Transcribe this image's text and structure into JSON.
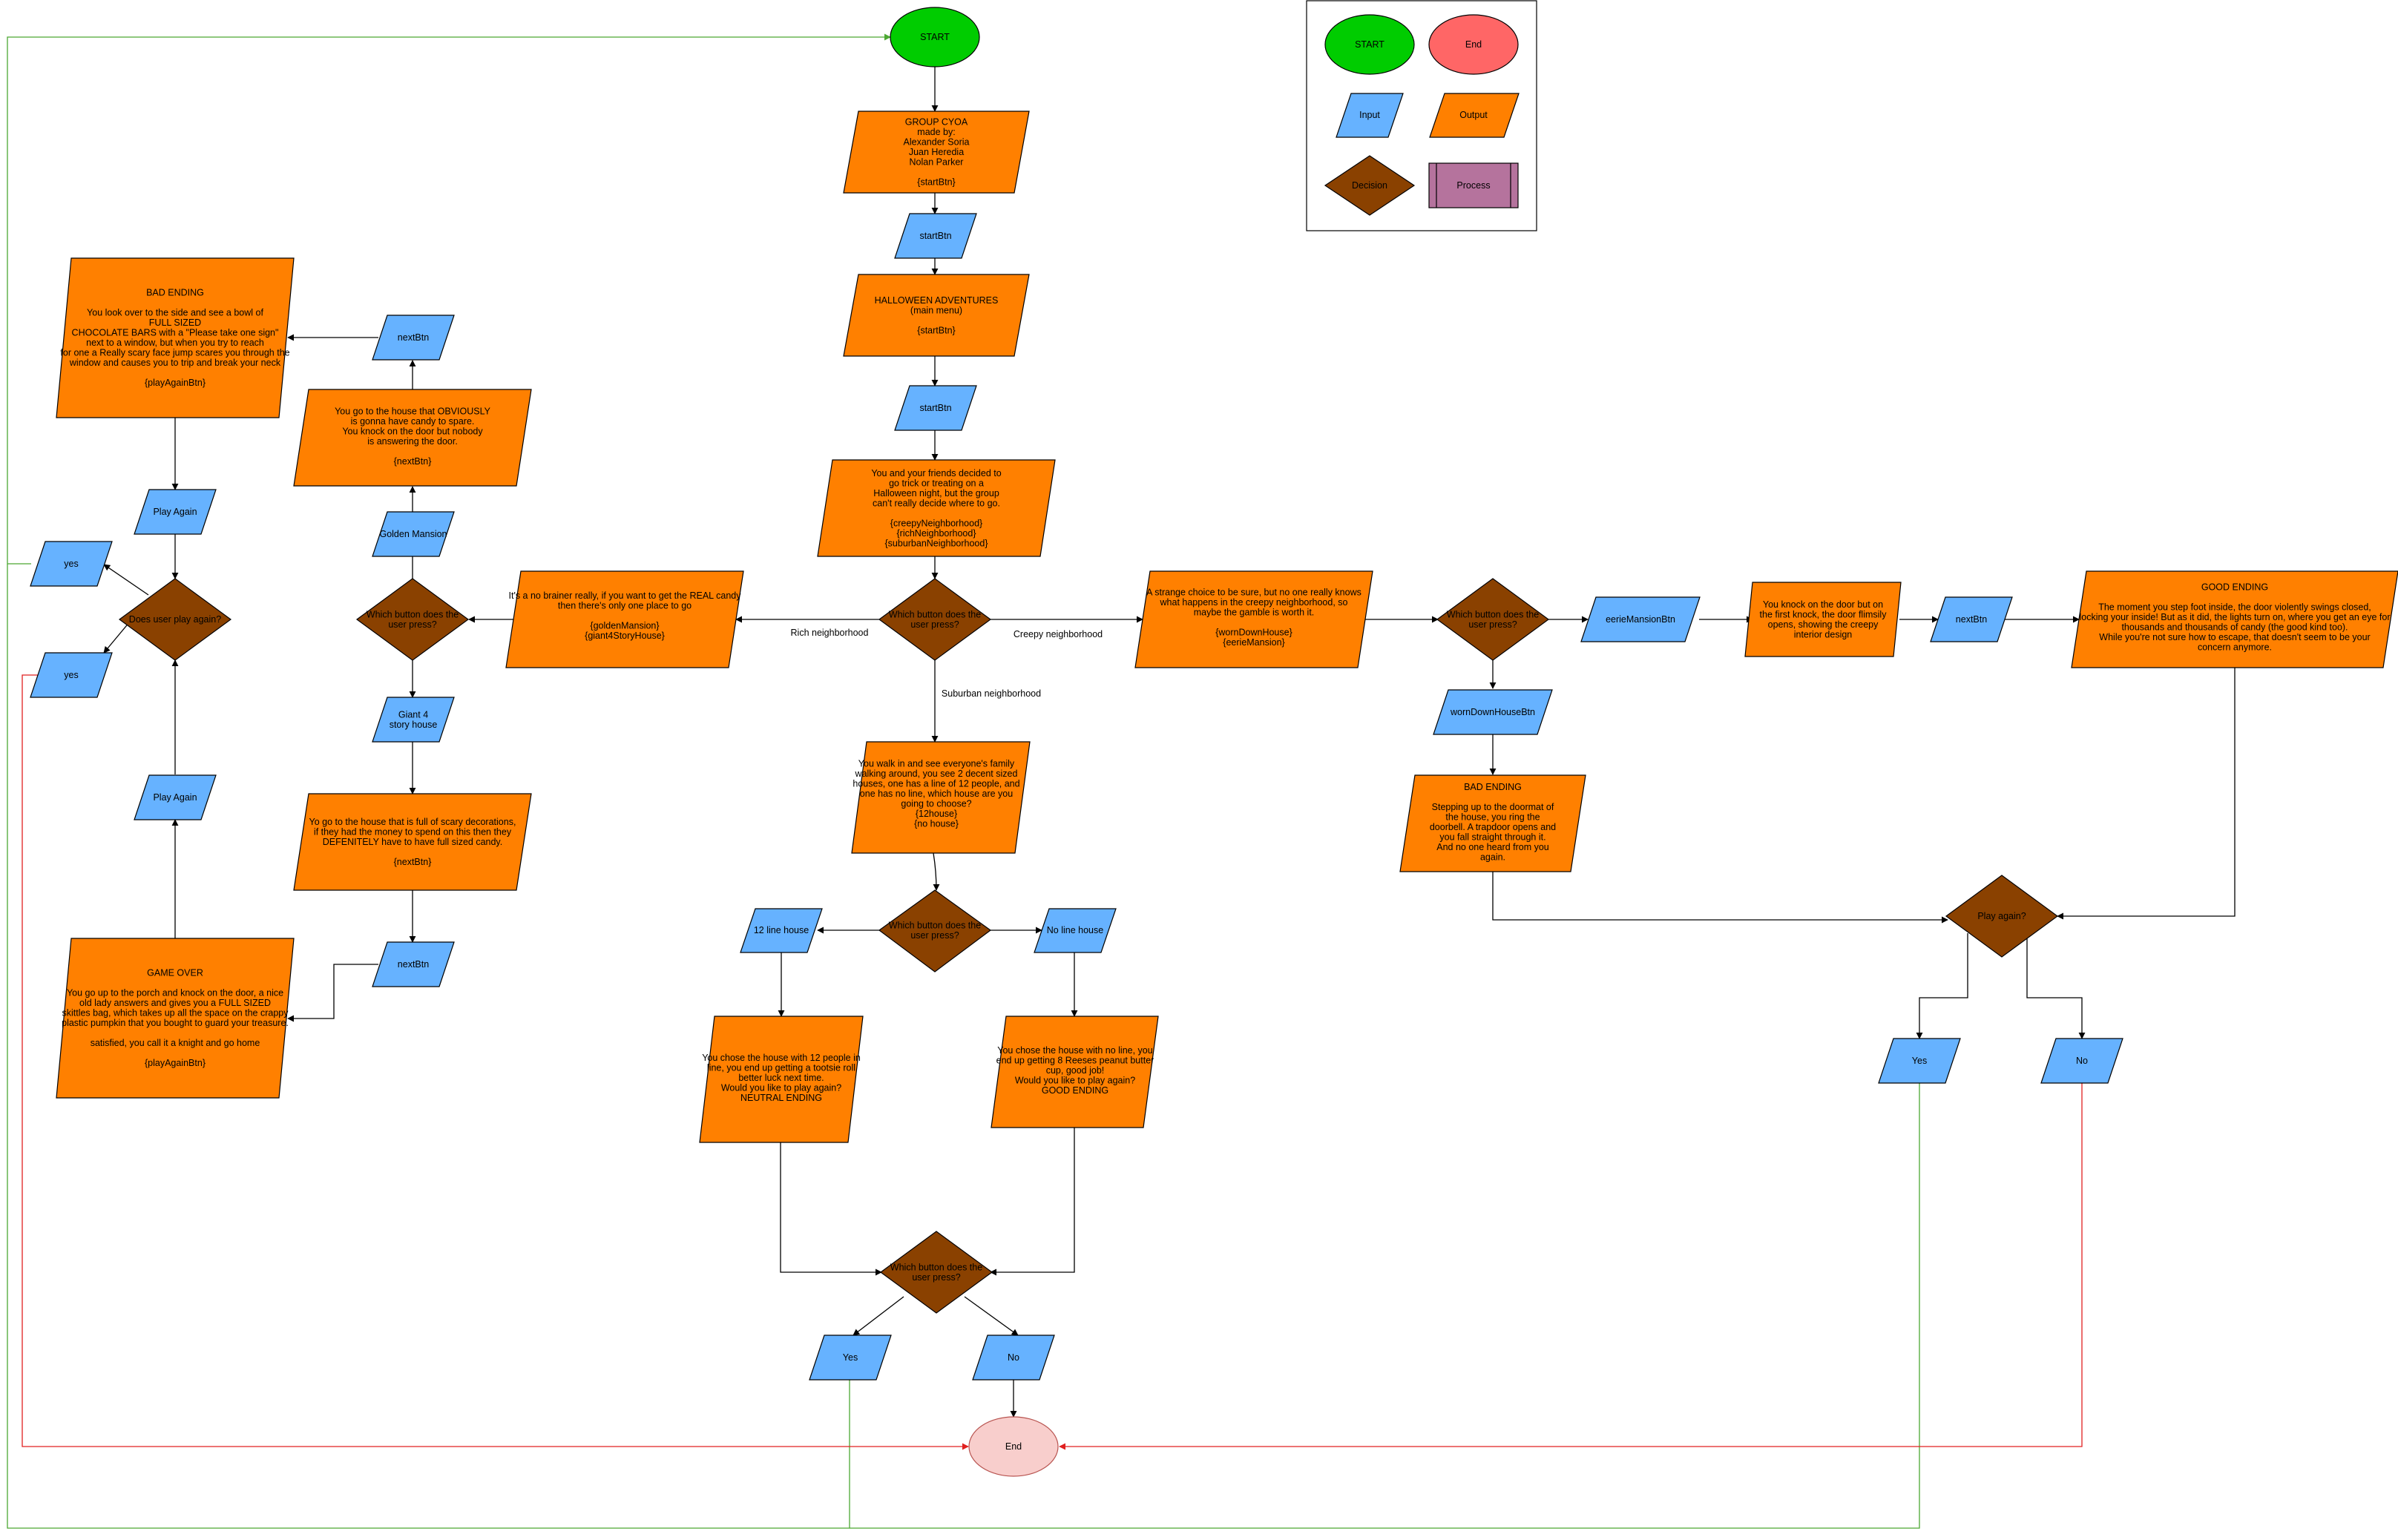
{
  "legend": {
    "start": "START",
    "end": "End",
    "input": "Input",
    "output": "Output",
    "decision": "Decision",
    "process": "Process"
  },
  "nodes": {
    "start": "START",
    "credits": [
      "GROUP CYOA",
      "made by:",
      "Alexander Soria",
      "Juan Heredia",
      "Nolan Parker",
      "",
      "{startBtn}"
    ],
    "startBtn1": "startBtn",
    "mainMenu": [
      "HALLOWEEN ADVENTURES",
      "(main menu)",
      "",
      "{startBtn}"
    ],
    "startBtn2": "startBtn",
    "intro": [
      "You and your friends decided to",
      "go trick or treating on a",
      "Halloween night, but the group",
      "can't really decide where to go.",
      "",
      "{creepyNeighborhood}",
      "{richNeighborhood}",
      "{suburbanNeighborhood}"
    ],
    "mainDecision": [
      "Which button does the",
      "user press?"
    ],
    "richText": [
      "It's a no brainer really, if you want to get the REAL candy",
      "then there's only one place to go",
      "",
      "{goldenMansion}",
      "{giant4StoryHouse}"
    ],
    "richDecision": [
      "Which button does the",
      "user press?"
    ],
    "goldenMansionBtn": "Golden Mansion",
    "goldenText": [
      "You go to the house that OBVIOUSLY",
      "is gonna have candy to spare.",
      "You knock on the door but nobody",
      "is answering the door.",
      "",
      "{nextBtn}"
    ],
    "nextBtnTop": "nextBtn",
    "badEnding1": [
      "BAD ENDING",
      "",
      "You look over to the side and see a bowl of",
      "FULL SIZED",
      "CHOCOLATE BARS with a \"Please take one sign\"",
      "next to a window, but when you try to reach",
      "for one a Really scary face jump scares you through the",
      "window and causes you to trip and break your neck",
      "",
      "{playAgainBtn}"
    ],
    "playAgainTop": "Play Again",
    "playAgainDecision": [
      "Does user play again?"
    ],
    "yesTop": "yes",
    "yesBottom": "yes",
    "giantBtn": [
      "Giant 4",
      "story house"
    ],
    "giantText": [
      "Yo go to the house that is full of scary decorations,",
      "if they had the money to spend on this then they",
      "DEFENITELY have to have full sized candy.",
      "",
      "{nextBtn}"
    ],
    "nextBtnLeft": "nextBtn",
    "gameOver": [
      "GAME OVER",
      "",
      "You go up to the porch and knock on the door, a nice",
      "old lady answers and gives you a FULL SIZED",
      "skittles bag, which takes up all the space on the crappy",
      "plastic pumpkin that you bought to guard your treasure.",
      "",
      "satisfied, you call it a knight and go home",
      "",
      "{playAgainBtn}"
    ],
    "playAgainBottom": "Play Again",
    "suburbanText": [
      "You walk in and see everyone's family",
      "walking around, you see 2 decent sized",
      "houses, one has a line of 12 people, and",
      "one has no line, which house are you",
      "going to choose?",
      "{12house}",
      "{no house}"
    ],
    "suburbanDecision": [
      "Which button does the",
      "user press?"
    ],
    "twelveBtn": "12 line house",
    "noLineBtn": "No line house",
    "neutralText": [
      "You chose the house with 12 people in",
      "line, you end up getting a tootsie roll",
      "better luck next time.",
      "Would you like to play again?",
      "NEUTRAL ENDING"
    ],
    "goodText1": [
      "You chose the house with no line, you",
      "end up getting 8 Reeses peanut butter",
      "cup, good job!",
      "Would you like to play again?",
      "GOOD ENDING"
    ],
    "bottomDecision": [
      "Which button does the",
      "user press?"
    ],
    "yesMid": "Yes",
    "noMid": "No",
    "end": "End",
    "creepyText": [
      "A strange choice to be sure, but no one really knows",
      "what happens in the creepy neighborhood, so",
      "maybe the gamble is worth it.",
      "",
      "{wornDownHouse}",
      "{eerieMansion}"
    ],
    "creepyDecision": [
      "Which button does the",
      "user press?"
    ],
    "eerieBtn": "eerieMansionBtn",
    "eerieText": [
      "You knock on the door but on",
      "the first knock, the door flimsily",
      "opens, showing the creepy",
      "interior design"
    ],
    "nextBtnRight": "nextBtn",
    "goodEnding": [
      "GOOD ENDING",
      "",
      "The moment you step foot inside, the door violently swings closed,",
      "locking your inside! But as it did, the lights turn on, where you get an eye for",
      "thousands and thousands of candy (the good kind too).",
      "While you're not sure how to escape, that doesn't seem to be your",
      "concern anymore."
    ],
    "wornBtn": "wornDownHouseBtn",
    "badEnding2": [
      "BAD ENDING",
      "",
      "Stepping up to the doormat of",
      "the house, you ring the",
      "doorbell. A trapdoor opens and",
      "you fall straight through it.",
      "And no one heard from you",
      "again."
    ],
    "playAgainRight": [
      "Play again?"
    ],
    "yesRight": "Yes",
    "noRight": "No"
  },
  "edge_labels": {
    "rich": "Rich neighborhood",
    "creepy": "Creepy neighborhood",
    "suburban": "Suburban neighborhood"
  }
}
